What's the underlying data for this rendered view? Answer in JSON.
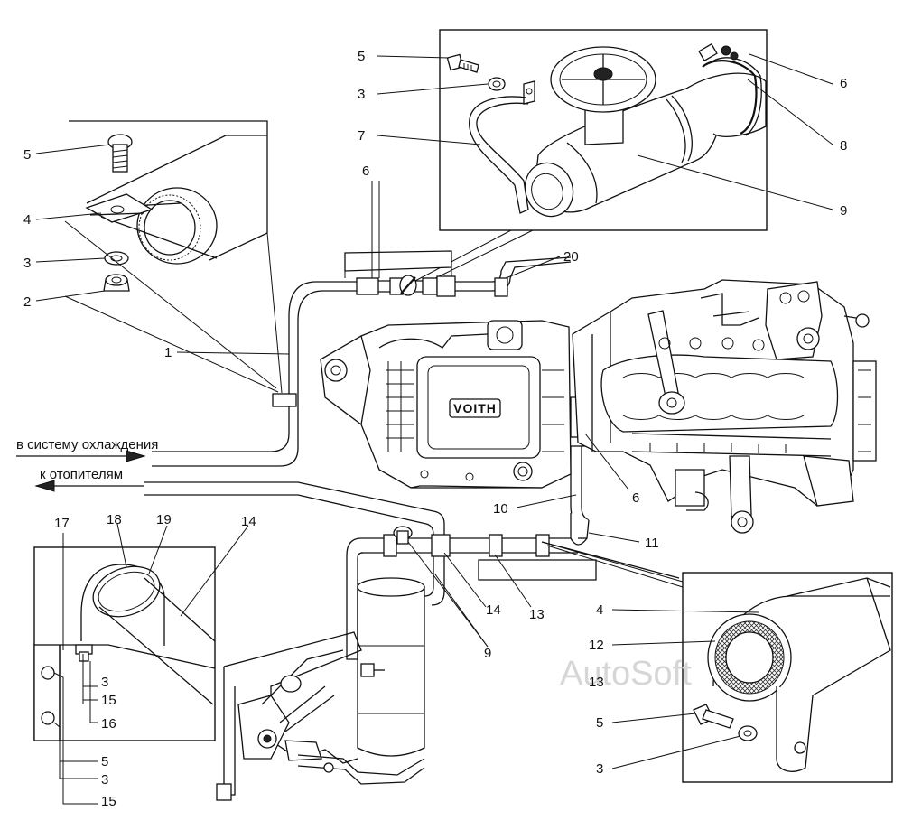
{
  "labels": {
    "l1": "1",
    "l2": "2",
    "l3a": "3",
    "l4a": "4",
    "l5a": "5",
    "t5": "5",
    "t3": "3",
    "t7": "7",
    "t6": "6",
    "r6": "6",
    "r8": "8",
    "r9": "9",
    "l20": "20",
    "m10": "10",
    "m6": "6",
    "m11": "11",
    "m14": "14",
    "m13": "13",
    "m9": "9",
    "br4": "4",
    "br12": "12",
    "br13": "13",
    "br5": "5",
    "br3": "3",
    "bl17": "17",
    "bl18": "18",
    "bl19": "19",
    "bl14": "14",
    "bl3a": "3",
    "bl15a": "15",
    "bl16": "16",
    "bl5": "5",
    "bl3b": "3",
    "bl15b": "15"
  },
  "flow": {
    "to_cooling": "в систему охлаждения",
    "to_heaters": "к отопителям"
  },
  "brand": "VOITH",
  "watermark": "AutoSoft"
}
